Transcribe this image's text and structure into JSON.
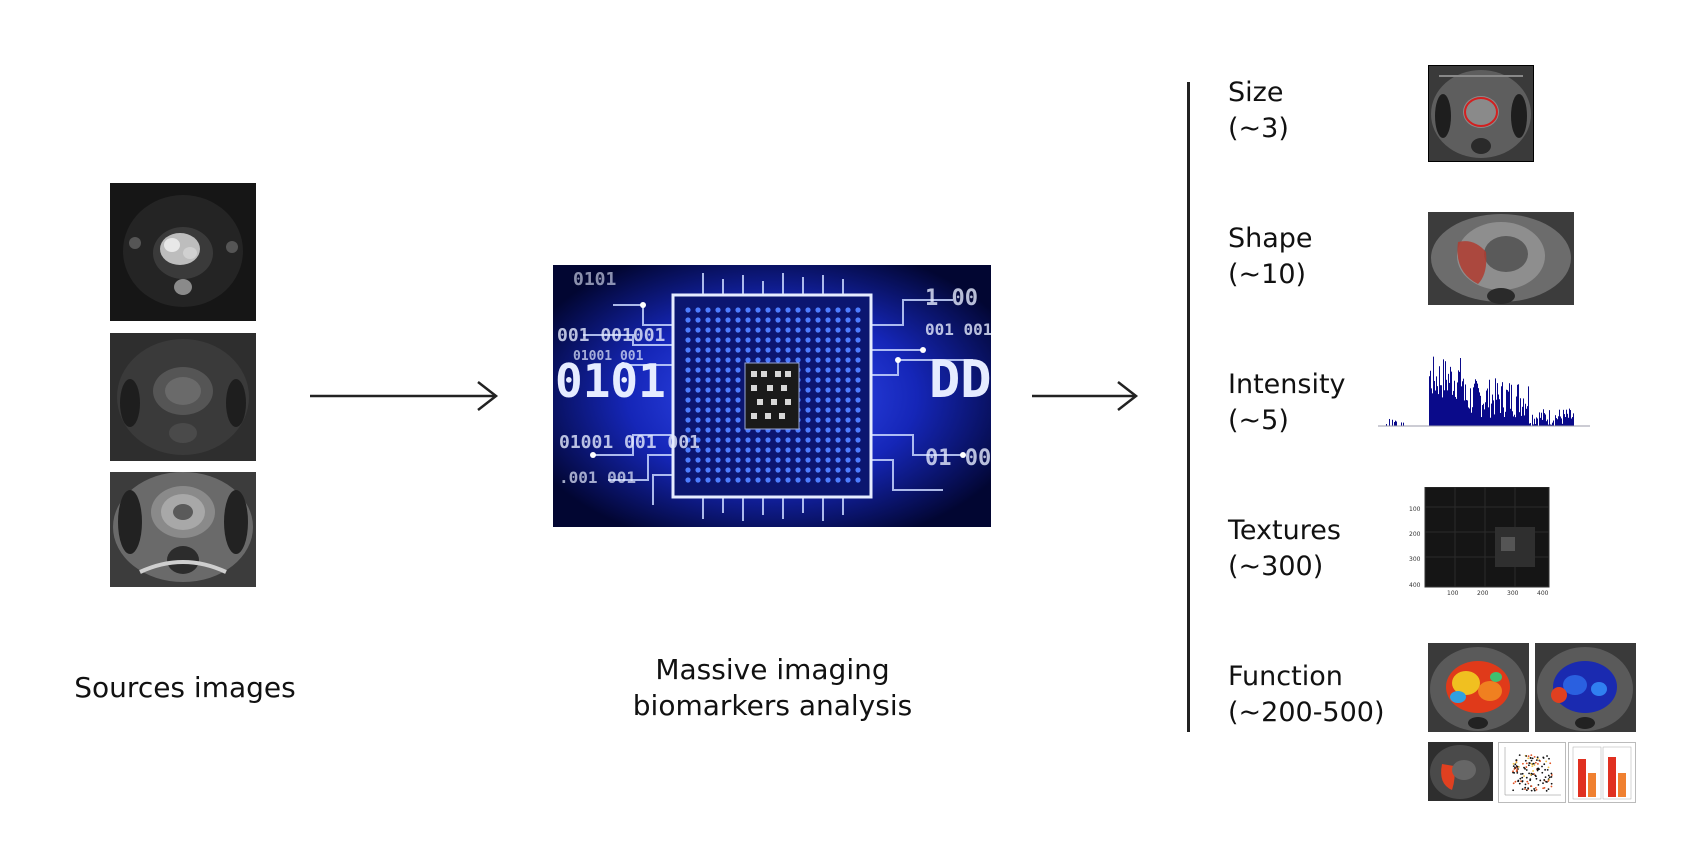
{
  "left": {
    "caption": "Sources images"
  },
  "center": {
    "caption_line1": "Massive imaging",
    "caption_line2": "biomarkers analysis",
    "chip_text": [
      "0101",
      "001 001001",
      "01001 001",
      "01001 001 001",
      ".001 001",
      "DDD",
      "001 001",
      "01 00",
      "0101",
      "1 00"
    ]
  },
  "features": [
    {
      "name": "Size",
      "count": "(~3)"
    },
    {
      "name": "Shape",
      "count": "(~10)"
    },
    {
      "name": "Intensity",
      "count": "(~5)"
    },
    {
      "name": "Textures",
      "count": "(~300)"
    },
    {
      "name": "Function",
      "count": "(~200-500)"
    }
  ],
  "texture_axis": {
    "y_ticks": [
      "100",
      "200",
      "300",
      "400"
    ],
    "x_ticks": [
      "100",
      "200",
      "300",
      "400"
    ]
  },
  "colors": {
    "chip_blue": "#1a2fd0",
    "histogram": "#0a0a8a",
    "roi_red": "#d22020"
  }
}
